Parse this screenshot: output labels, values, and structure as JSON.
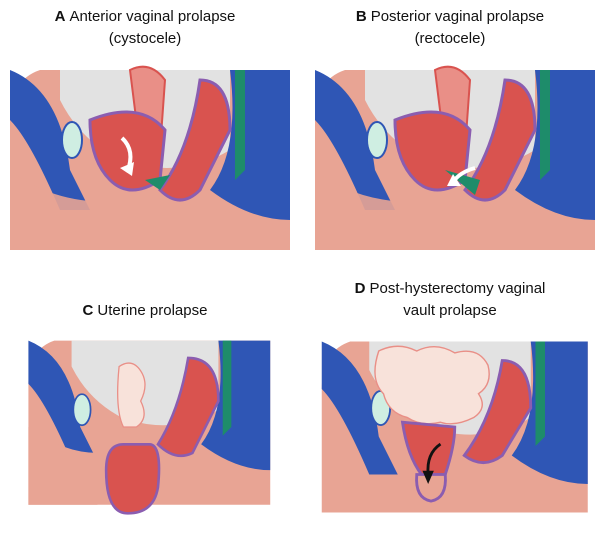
{
  "figure": {
    "panels": [
      {
        "letter": "A",
        "title_line1": "Anterior vaginal prolapse",
        "title_line2": "(cystocele)"
      },
      {
        "letter": "B",
        "title_line1": "Posterior vaginal prolapse",
        "title_line2": "(rectocele)"
      },
      {
        "letter": "C",
        "title_line1": "Uterine prolapse",
        "title_line2": ""
      },
      {
        "letter": "D",
        "title_line1": "Post-hysterectomy vaginal",
        "title_line2": "vault prolapse"
      }
    ]
  },
  "colors": {
    "skin": "#e8a494",
    "abdomen_cavity": "#e2e2e2",
    "bone_blue": "#2f56b5",
    "spine_green": "#1e8c6a",
    "uterus": "#d9534f",
    "uterus_light": "#e98f87",
    "bladder": "#cfeee2",
    "bowel": "#f8e2da",
    "vagina_purple": "#8b5db0",
    "arrow_white": "#ffffff",
    "arrow_black": "#111111"
  }
}
